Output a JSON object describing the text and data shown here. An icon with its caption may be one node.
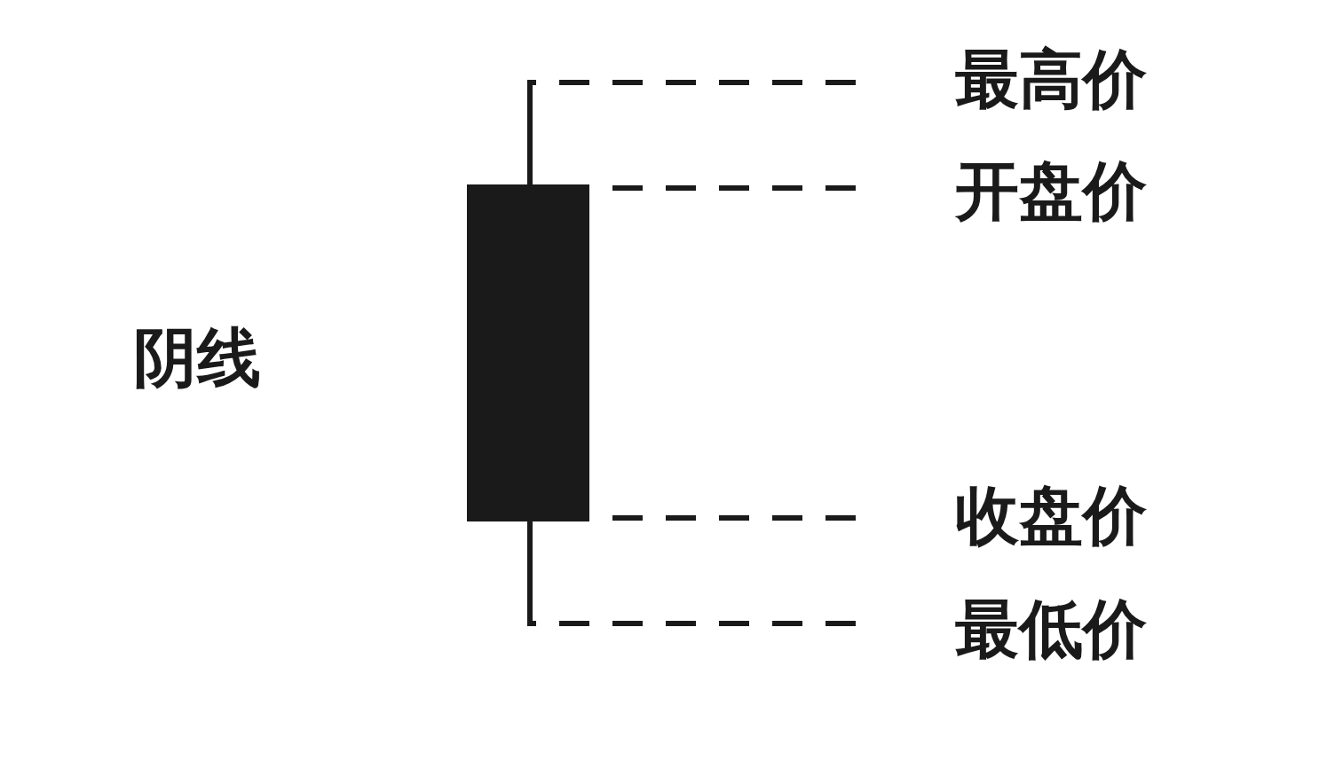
{
  "diagram": {
    "nodes": [
      {
        "text": [],
        "shape": "bar"
      },
      {
        "text": [],
        "shape": "box"
      },
      {
        "text": [],
        "shape": "bar"
      },
      {
        "text": [
          "最高价"
        ]
      },
      {
        "text": [
          "开盘价"
        ]
      },
      {
        "text": [
          "收盘价"
        ]
      },
      {
        "text": [
          "最低价"
        ]
      }
    ],
    "edges": [
      {
        "from": 3,
        "to": 0,
        "arrow": "none",
        "style": "dashed"
      },
      {
        "from": 4,
        "to": 1,
        "arrow": "none",
        "style": "dashed"
      },
      {
        "from": 5,
        "to": 1,
        "arrow": "none",
        "style": "dashed"
      },
      {
        "from": 6,
        "to": 2,
        "arrow": "none",
        "style": "dashed"
      }
    ],
    "labels": [
      "阴线"
    ]
  }
}
